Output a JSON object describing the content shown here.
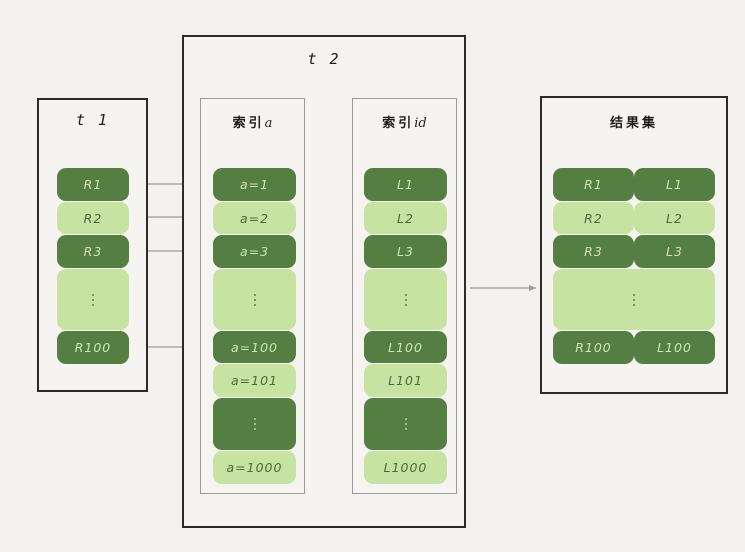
{
  "diagram": {
    "title": "",
    "background_color": "#f4f2ee",
    "colors": {
      "dark_green": "#557f42",
      "light_green": "#c6e3a2",
      "outline": "#2b2b2b",
      "inner_outline": "#9a9a9a",
      "arrow": "#9a9a9a"
    }
  },
  "t1": {
    "title": "t 1",
    "rows": [
      {
        "label": "R1",
        "shade": "dark"
      },
      {
        "label": "R2",
        "shade": "light"
      },
      {
        "label": "R3",
        "shade": "dark"
      },
      {
        "label": "",
        "shade": "light",
        "ellipsis": true
      },
      {
        "label": "R100",
        "shade": "dark"
      }
    ]
  },
  "t2": {
    "title": "t 2",
    "index_a": {
      "title": "索引",
      "title_suffix": "a",
      "rows": [
        {
          "label": "a=1",
          "shade": "dark"
        },
        {
          "label": "a=2",
          "shade": "light"
        },
        {
          "label": "a=3",
          "shade": "dark"
        },
        {
          "label": "",
          "shade": "light",
          "ellipsis": true
        },
        {
          "label": "a=100",
          "shade": "dark"
        },
        {
          "label": "a=101",
          "shade": "light"
        },
        {
          "label": "",
          "shade": "dark",
          "ellipsis": true
        },
        {
          "label": "a=1000",
          "shade": "light"
        }
      ]
    },
    "index_id": {
      "title": "索引",
      "title_suffix": "id",
      "rows": [
        {
          "label": "L1",
          "shade": "dark"
        },
        {
          "label": "L2",
          "shade": "light"
        },
        {
          "label": "L3",
          "shade": "dark"
        },
        {
          "label": "",
          "shade": "light",
          "ellipsis": true
        },
        {
          "label": "L100",
          "shade": "dark"
        },
        {
          "label": "L101",
          "shade": "light"
        },
        {
          "label": "",
          "shade": "dark",
          "ellipsis": true
        },
        {
          "label": "L1000",
          "shade": "light"
        }
      ]
    }
  },
  "result_set": {
    "title": "结果集",
    "rows": [
      {
        "left": "R1",
        "right": "L1",
        "shade": "dark"
      },
      {
        "left": "R2",
        "right": "L2",
        "shade": "light"
      },
      {
        "left": "R3",
        "right": "L3",
        "shade": "dark"
      },
      {
        "left": "",
        "right": "",
        "shade": "light",
        "ellipsis": true
      },
      {
        "left": "R100",
        "right": "L100",
        "shade": "dark"
      }
    ]
  }
}
